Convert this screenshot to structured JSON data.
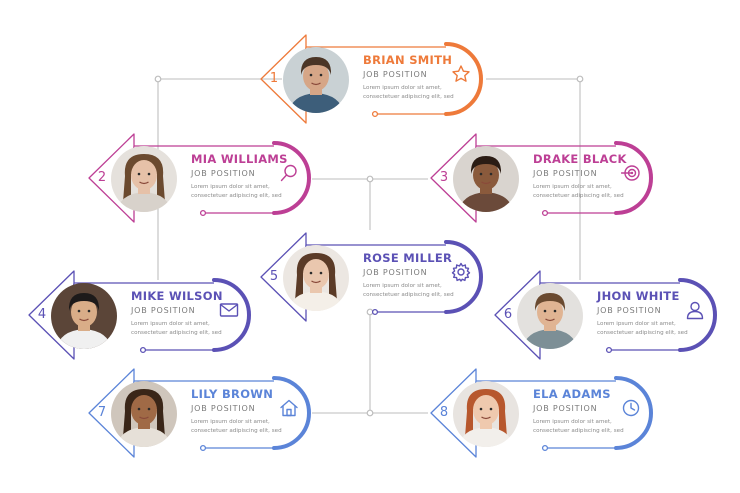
{
  "employees": [
    {
      "number": "1",
      "name": "BRIAN SMITH",
      "role": "JOB POSITION",
      "desc1": "Lorem ipsum dolor sit amet,",
      "desc2": "consectetuer adipiscing elit, sed",
      "color": "#ee7a3a",
      "icon": "star-icon",
      "skin": "#d6a687",
      "hair": "#4b3526",
      "shirt": "#3d5e7a",
      "bg": "#c9d1d4"
    },
    {
      "number": "2",
      "name": "MIA WILLIAMS",
      "role": "JOB POSITION",
      "desc1": "Lorem ipsum dolor sit amet,",
      "desc2": "consectetuer adipiscing elit, sed",
      "color": "#bd3f95",
      "icon": "search-icon",
      "skin": "#e6c1a8",
      "hair": "#6b4a2f",
      "shirt": "#d8d2cb",
      "bg": "#e5e1dc"
    },
    {
      "number": "3",
      "name": "DRAKE BLACK",
      "role": "JOB POSITION",
      "desc1": "Lorem ipsum dolor sit amet,",
      "desc2": "consectetuer adipiscing elit, sed",
      "color": "#bd3f95",
      "icon": "target-icon",
      "skin": "#8a5a3c",
      "hair": "#2b1c14",
      "shirt": "#6b4a3a",
      "bg": "#d9d4cf"
    },
    {
      "number": "4",
      "name": "MIKE WILSON",
      "role": "JOB POSITION",
      "desc1": "Lorem ipsum dolor sit amet,",
      "desc2": "consectetuer adipiscing elit, sed",
      "color": "#5b51b5",
      "icon": "mail-icon",
      "skin": "#d9ad88",
      "hair": "#1d1a1a",
      "shirt": "#f0f0f0",
      "bg": "#5b4538"
    },
    {
      "number": "5",
      "name": "ROSE MILLER",
      "role": "JOB POSITION",
      "desc1": "Lorem ipsum dolor sit amet,",
      "desc2": "consectetuer adipiscing elit, sed",
      "color": "#5b51b5",
      "icon": "gear-icon",
      "skin": "#eac7ae",
      "hair": "#5b3b27",
      "shirt": "#f4efe8",
      "bg": "#ece7e2"
    },
    {
      "number": "6",
      "name": "JHON WHITE",
      "role": "JOB POSITION",
      "desc1": "Lorem ipsum dolor sit amet,",
      "desc2": "consectetuer adipiscing elit, sed",
      "color": "#5b51b5",
      "icon": "user-icon",
      "skin": "#e0b493",
      "hair": "#6a4a30",
      "shirt": "#7d8f96",
      "bg": "#e3e1de"
    },
    {
      "number": "7",
      "name": "LILY BROWN",
      "role": "JOB POSITION",
      "desc1": "Lorem ipsum dolor sit amet,",
      "desc2": "consectetuer adipiscing elit, sed",
      "color": "#5b84d8",
      "icon": "home-icon",
      "skin": "#a06a46",
      "hair": "#3a2618",
      "shirt": "#e6e0d8",
      "bg": "#cfc6bc"
    },
    {
      "number": "8",
      "name": "ELA ADAMS",
      "role": "JOB POSITION",
      "desc1": "Lorem ipsum dolor sit amet,",
      "desc2": "consectetuer adipiscing elit, sed",
      "color": "#5b84d8",
      "icon": "clock-icon",
      "skin": "#efc9ae",
      "hair": "#b7572d",
      "shirt": "#f2efeb",
      "bg": "#e8e4e0"
    }
  ]
}
